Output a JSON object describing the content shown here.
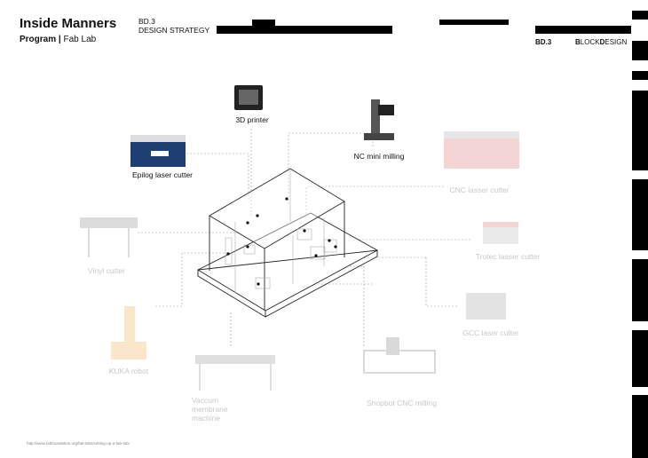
{
  "header": {
    "title": "Inside Manners",
    "subtitle_bold": "Program",
    "subtitle_sep": "|",
    "subtitle_rest": "Fab Lab",
    "code": "BD.3",
    "section": "DESIGN STRATEGY",
    "right_code": "BD.3",
    "brand_bold1": "B",
    "brand_1": "LOCK",
    "brand_bold2": "D",
    "brand_2": "ESIGN"
  },
  "machines": [
    {
      "label": "3D printer",
      "active": true
    },
    {
      "label": "NC mini milling",
      "active": true
    },
    {
      "label": "Epilog laser cutter",
      "active": true
    },
    {
      "label": "CNC lasser cutter",
      "active": false
    },
    {
      "label": "Trotec lasser cutter",
      "active": false
    },
    {
      "label": "Vinyl cutter",
      "active": false
    },
    {
      "label": "GCC laser cutter",
      "active": false
    },
    {
      "label": "KUKA robot",
      "active": false
    },
    {
      "label": "Vaccum membrane machine",
      "active": false
    },
    {
      "label": "Shopbot CNC milling",
      "active": false
    }
  ],
  "footer": {
    "url": "http://www.fabfoundation.org/fab-labs/setting-up-a-fab-lab/"
  }
}
